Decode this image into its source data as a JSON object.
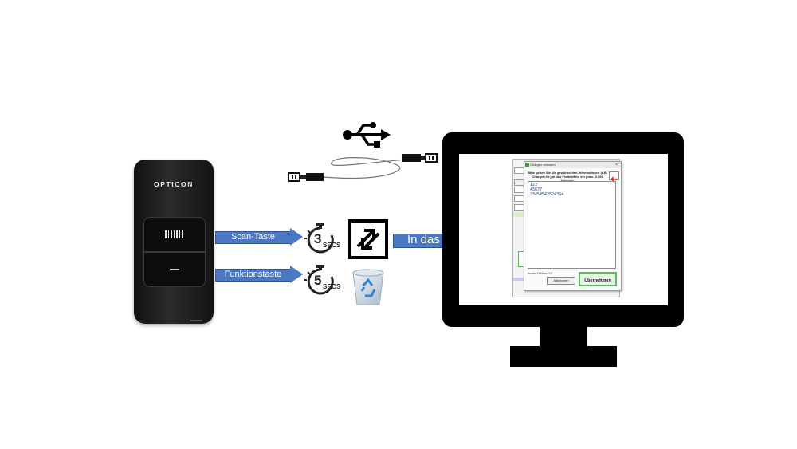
{
  "scanner": {
    "brand": "OPTICON"
  },
  "arrows": {
    "scan_label": "Scan-Taste",
    "func_label": "Funktionstaste",
    "bde_label": "In das BDE-System"
  },
  "timers": {
    "scan": {
      "value": "3",
      "unit": "SECS"
    },
    "func": {
      "value": "5",
      "unit": "SECS"
    }
  },
  "icons": {
    "usb": "usb-icon",
    "cable": "usb-cable-icon",
    "transfer": "transfer-arrows-icon",
    "recycle": "recycle-bin-icon"
  },
  "dialog": {
    "title": "Chargen erfassen",
    "message": "Bitte geben Sie die gewünschten Informationen (z.B. Chargen-Nr.) in das Freitextfeld ein (max. 9.999 Zeichen):",
    "lines": [
      "123",
      "45677",
      "234545425243S4"
    ],
    "count": "Anzahl Zeichen: 24",
    "cancel_label": "Abbrechen",
    "ok_label": "Übernehmen"
  },
  "colors": {
    "arrow": "#4a78c4",
    "ok_border": "#5cb85c"
  }
}
